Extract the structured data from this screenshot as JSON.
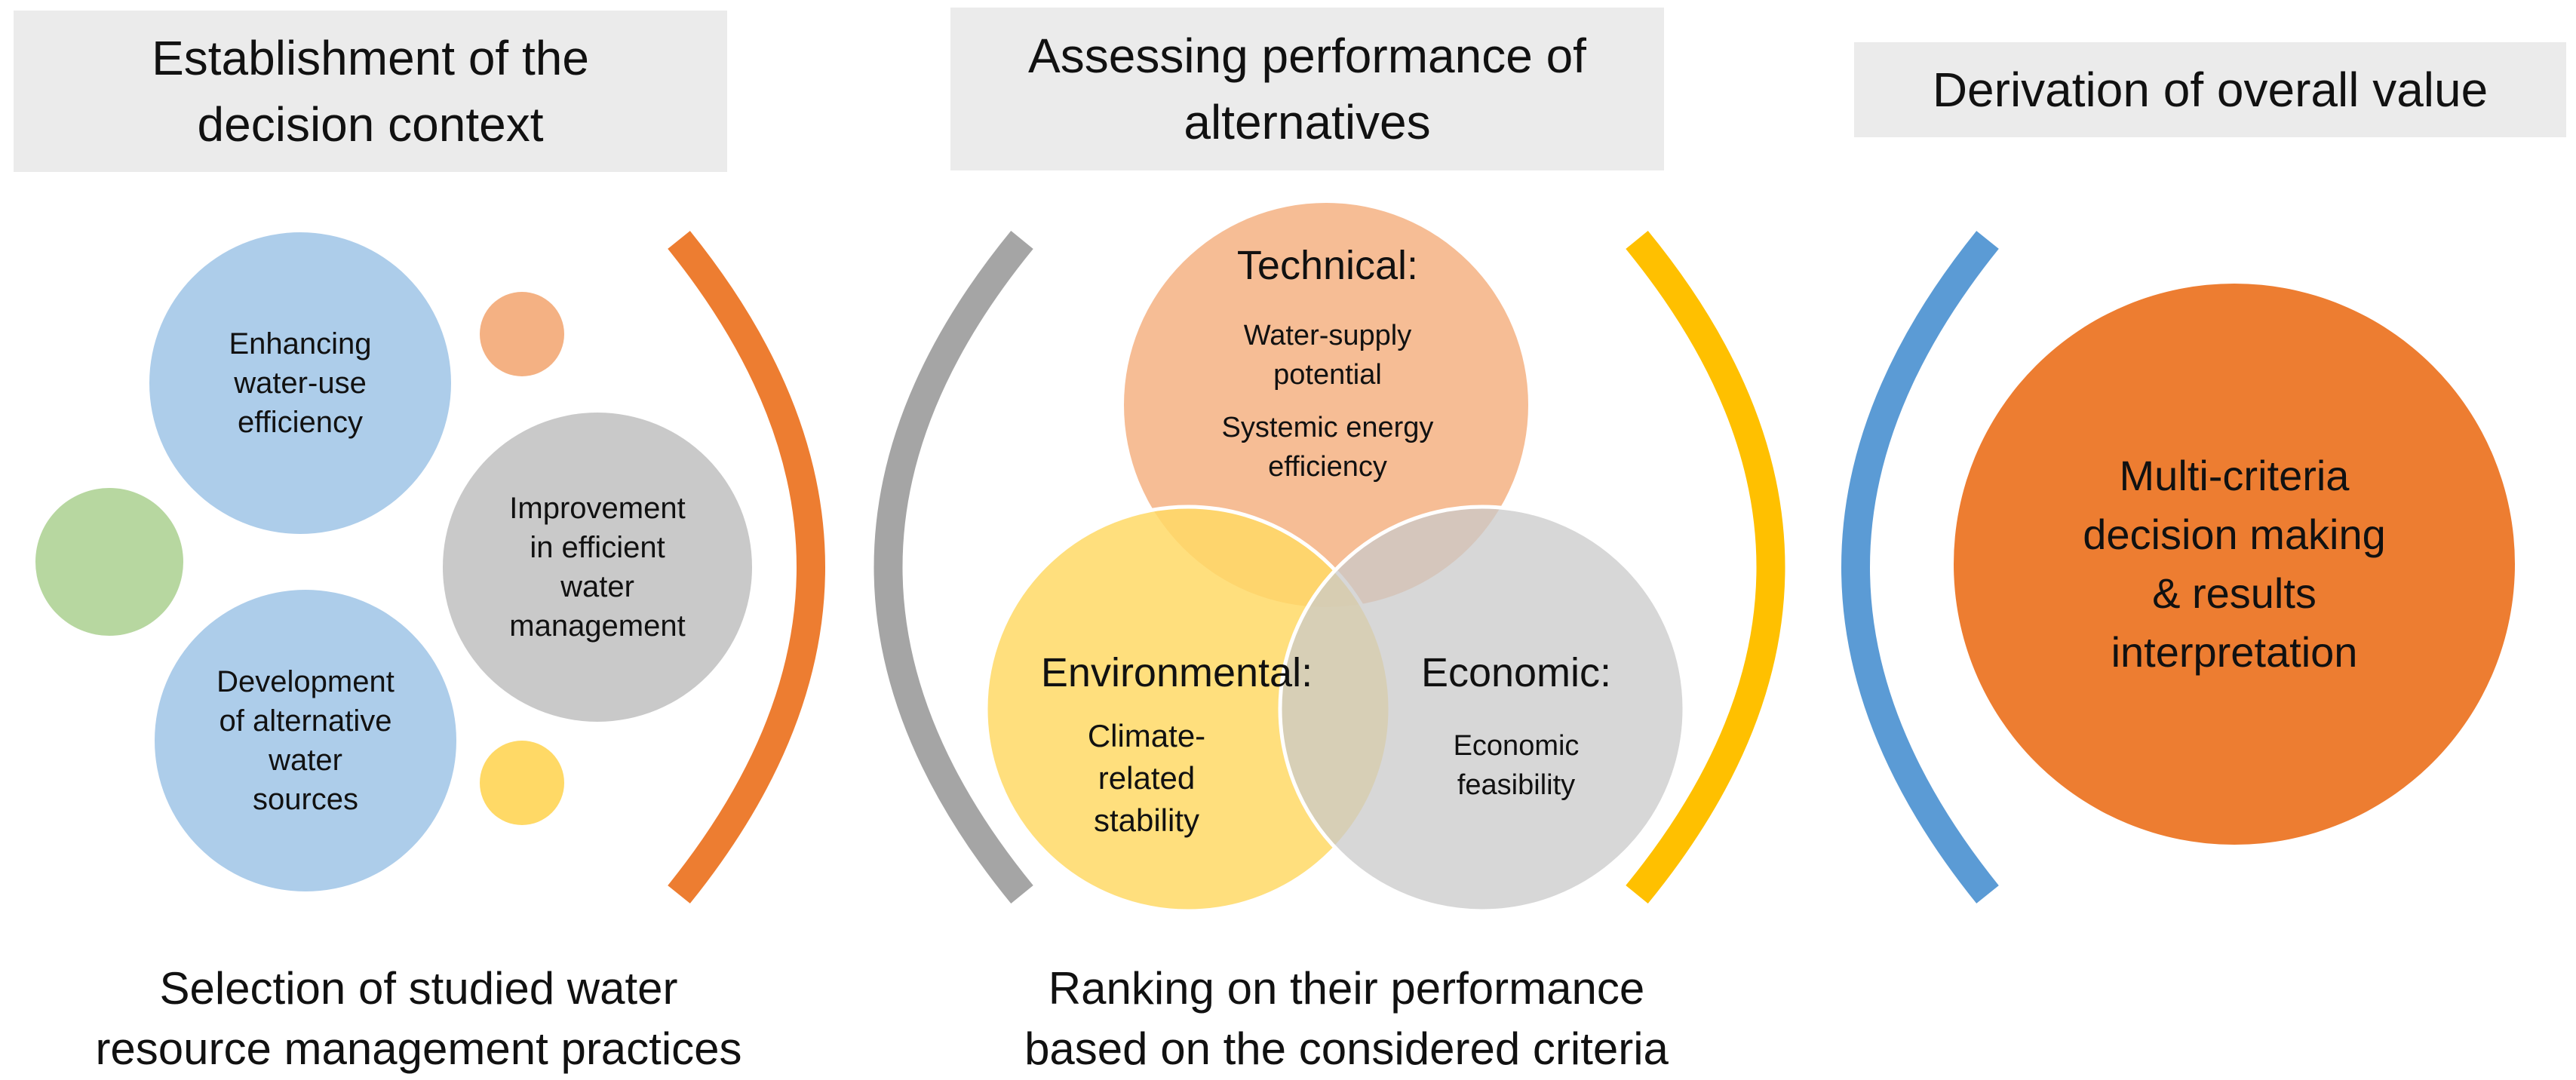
{
  "colors": {
    "blue_circle": "#adcdea",
    "orange": "#ed7d31",
    "light_orange": "#f4b183",
    "yellow": "#ffd966",
    "gray": "#c9c9c9",
    "green": "#b7d7a0",
    "dark_gray": "#a5a5a5",
    "gold": "#ffc000",
    "bracket_blue": "#5b9bd5",
    "header_bg": "#ebebeb"
  },
  "stage1": {
    "header": {
      "line1": "Establishment of the",
      "line2": "decision context"
    },
    "circle_efficiency": {
      "line1": "Enhancing",
      "line2": "water-use",
      "line3": "efficiency"
    },
    "circle_management": {
      "line1": "Improvement",
      "line2": "in efficient",
      "line3": "water",
      "line4": "management"
    },
    "circle_sources": {
      "line1": "Development",
      "line2": "of alternative",
      "line3": "water",
      "line4": "sources"
    },
    "caption": {
      "line1": "Selection of studied water",
      "line2": "resource management practices"
    }
  },
  "stage2": {
    "header": {
      "line1": "Assessing performance of",
      "line2": "alternatives"
    },
    "technical": {
      "title": "Technical:",
      "item1_line1": "Water-supply",
      "item1_line2": "potential",
      "item2_line1": "Systemic energy",
      "item2_line2": "efficiency"
    },
    "environmental": {
      "title": "Environmental:",
      "line1": "Climate-",
      "line2": "related",
      "line3": "stability"
    },
    "economic": {
      "title": "Economic:",
      "line1": "Economic",
      "line2": "feasibility"
    },
    "caption": {
      "line1": "Ranking on their performance",
      "line2": "based on the considered criteria"
    }
  },
  "stage3": {
    "header": "Derivation of overall value",
    "result": {
      "line1": "Multi-criteria",
      "line2": "decision making",
      "line3": "& results",
      "line4": "interpretation"
    }
  }
}
